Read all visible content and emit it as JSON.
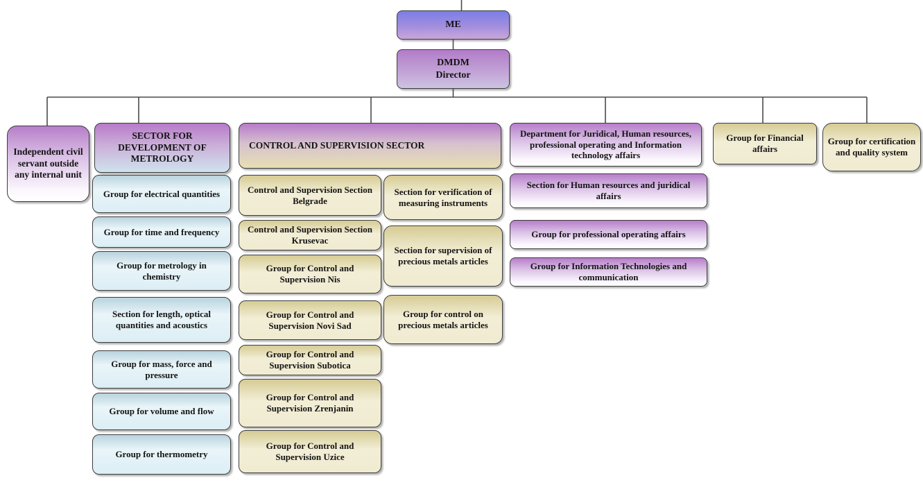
{
  "colors": {
    "me_top": "#7a7ee8",
    "purple_top": "#b77bc9",
    "purple_light": "#cdc3e1",
    "blue_box_top": "#b9d3de",
    "blue_box_light": "#e9f5f9",
    "tan_box_top": "#d6cb94",
    "tan_box_light": "#f2eed6",
    "border": "#3c3c3c",
    "connector": "#4a4a4a",
    "text": "#141414"
  },
  "me": {
    "label": "ME"
  },
  "director": {
    "label": "DMDM\nDirector"
  },
  "independent": {
    "label": "Independent civil servant outside any internal unit"
  },
  "metrology": {
    "header": "SECTOR FOR DEVELOPMENT OF METROLOGY",
    "children": [
      {
        "label": "Group for electrical quantities"
      },
      {
        "label": "Group for time and frequency"
      },
      {
        "label": "Group for metrology in chemistry"
      },
      {
        "label": "Section for length, optical quantities and acoustics"
      },
      {
        "label": "Group for mass, force and pressure"
      },
      {
        "label": "Group for volume and flow"
      },
      {
        "label": "Group for thermometry"
      }
    ]
  },
  "control": {
    "header": "CONTROL AND SUPERVISION SECTOR",
    "left": [
      {
        "label": "Control and Supervision Section Belgrade"
      },
      {
        "label": "Control and Supervision Section Krusevac"
      },
      {
        "label": "Group for Control and Supervision Nis"
      },
      {
        "label": "Group for Control and Supervision Novi Sad"
      },
      {
        "label": "Group for Control and Supervision Subotica"
      },
      {
        "label": "Group for Control and Supervision Zrenjanin"
      },
      {
        "label": "Group for Control and Supervision Uzice"
      }
    ],
    "right": [
      {
        "label": "Section for verification of measuring instruments"
      },
      {
        "label": "Section for supervision of precious metals articles"
      },
      {
        "label": "Group for control on precious metals articles"
      }
    ]
  },
  "department": {
    "header": "Department for Juridical, Human resources, professional operating and Information technology affairs",
    "children": [
      {
        "label": "Section for Human resources and juridical affairs"
      },
      {
        "label": "Group for professional operating affairs"
      },
      {
        "label": "Group for Information Technologies and communication"
      }
    ]
  },
  "financial": {
    "label": "Group for Financial affairs"
  },
  "certification": {
    "label": "Group for certification and quality system"
  }
}
